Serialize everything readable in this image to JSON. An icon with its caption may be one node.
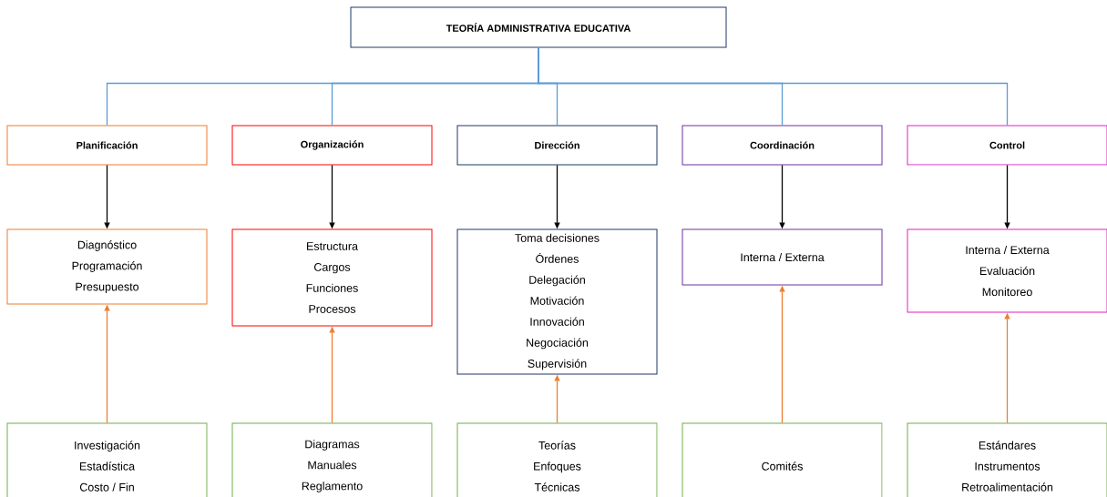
{
  "diagram": {
    "nodes": [
      {
        "text": [
          "TEORÍA ADMINISTRATIVA EDUCATIVA"
        ]
      },
      {
        "text": [
          "Planificación"
        ]
      },
      {
        "text": [
          "Organización"
        ]
      },
      {
        "text": [
          "Dirección"
        ]
      },
      {
        "text": [
          "Coordinación"
        ]
      },
      {
        "text": [
          "Control"
        ]
      },
      {
        "text": [
          "Diagnóstico",
          "Programación",
          "Presupuesto"
        ]
      },
      {
        "text": [
          "Estructura",
          "Cargos",
          "Funciones",
          "Procesos"
        ]
      },
      {
        "text": [
          "Toma decisiones",
          "Órdenes",
          "Delegación",
          "Motivación",
          "Innovación",
          "Negociación",
          "Supervisión"
        ]
      },
      {
        "text": [
          "Interna / Externa"
        ]
      },
      {
        "text": [
          "Interna / Externa",
          "Evaluación",
          "Monitoreo"
        ]
      },
      {
        "text": [
          "Investigación",
          "Estadística",
          "Costo / Fin"
        ]
      },
      {
        "text": [
          "Diagramas",
          "Manuales",
          "Reglamento"
        ]
      },
      {
        "text": [
          "Teorías",
          "Enfoques",
          "Técnicas"
        ]
      },
      {
        "text": [
          "Comités"
        ]
      },
      {
        "text": [
          "Estándares",
          "Instrumentos",
          "Retroalimentación"
        ]
      }
    ],
    "edges": [
      {
        "from": 0,
        "to": 1,
        "arrow": "none",
        "color": "#5b9bd5"
      },
      {
        "from": 0,
        "to": 2,
        "arrow": "none",
        "color": "#5b9bd5"
      },
      {
        "from": 0,
        "to": 3,
        "arrow": "none",
        "color": "#5b9bd5"
      },
      {
        "from": 0,
        "to": 4,
        "arrow": "none",
        "color": "#5b9bd5"
      },
      {
        "from": 0,
        "to": 5,
        "arrow": "none",
        "color": "#5b9bd5"
      },
      {
        "from": 1,
        "to": 6,
        "arrow": "to",
        "color": "#000000"
      },
      {
        "from": 2,
        "to": 7,
        "arrow": "to",
        "color": "#000000"
      },
      {
        "from": 3,
        "to": 8,
        "arrow": "to",
        "color": "#000000"
      },
      {
        "from": 4,
        "to": 9,
        "arrow": "to",
        "color": "#000000"
      },
      {
        "from": 5,
        "to": 10,
        "arrow": "to",
        "color": "#000000"
      },
      {
        "from": 11,
        "to": 6,
        "arrow": "to",
        "color": "#ed7d31"
      },
      {
        "from": 12,
        "to": 7,
        "arrow": "to",
        "color": "#ed7d31"
      },
      {
        "from": 13,
        "to": 8,
        "arrow": "to",
        "color": "#ed7d31"
      },
      {
        "from": 14,
        "to": 9,
        "arrow": "to",
        "color": "#ed7d31"
      },
      {
        "from": 15,
        "to": 10,
        "arrow": "to",
        "color": "#ed7d31"
      }
    ]
  }
}
